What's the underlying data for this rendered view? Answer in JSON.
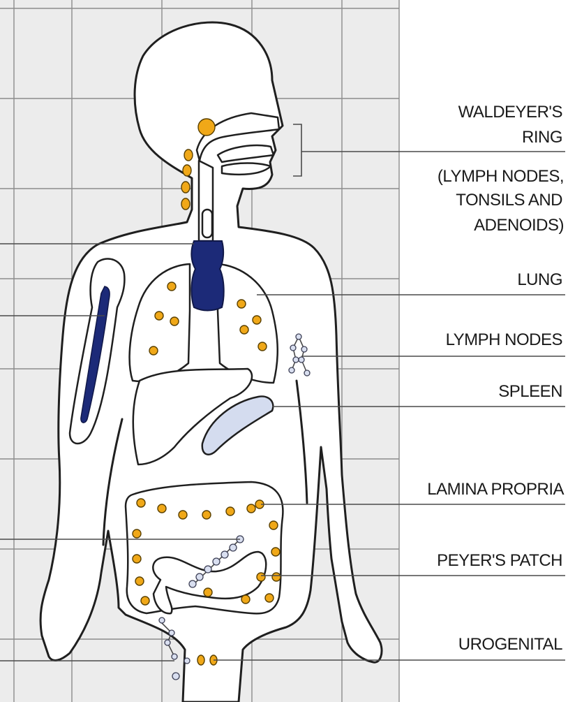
{
  "diagram": {
    "labels": {
      "waldeyer_line1": "WALDEYER'S",
      "waldeyer_line2": "RING",
      "lymph_paren_1": "(LYMPH NODES,",
      "lymph_paren_2": "TONSILS AND",
      "lymph_paren_3": "ADENOIDS)",
      "lung": "LUNG",
      "lymph_nodes": "LYMPH NODES",
      "spleen": "SPLEEN",
      "lamina_propria": "LAMINA PROPRIA",
      "peyers_patch": "PEYER'S PATCH",
      "urogenital": "UROGENITAL"
    },
    "colors": {
      "grid_background": "#ececec",
      "thymus": "#1c2a78",
      "bone_marrow": "#1c2a78",
      "lymph_node": "#f0a818",
      "spleen": "#d4dcef"
    }
  }
}
